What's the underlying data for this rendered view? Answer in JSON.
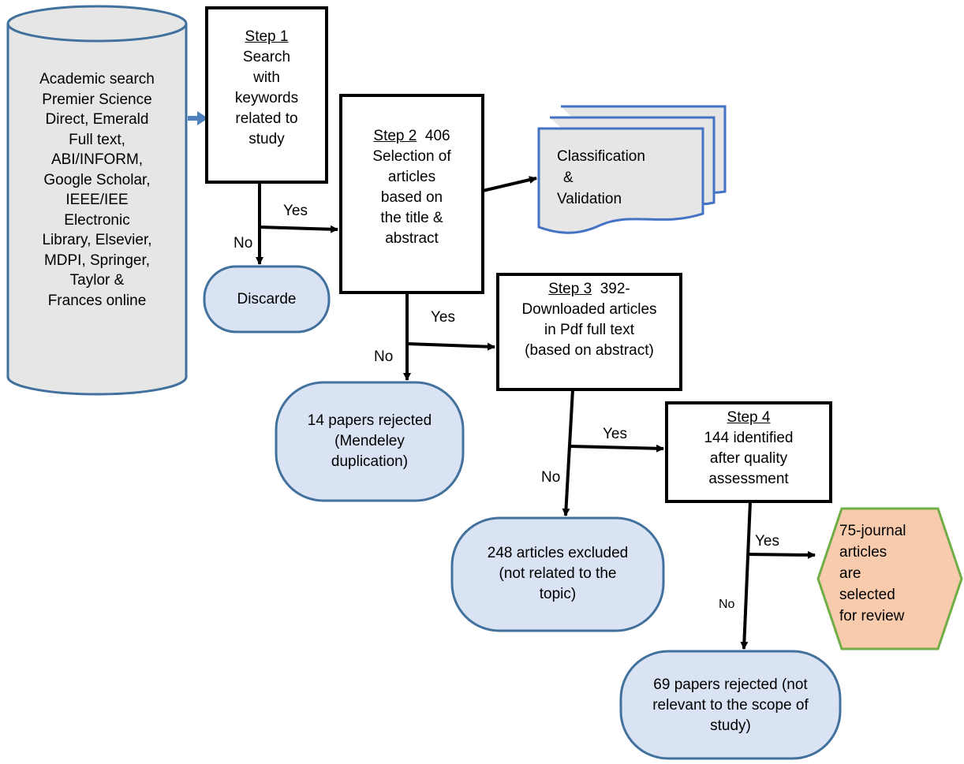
{
  "source": {
    "lines": [
      "Academic search",
      "Premier Science",
      "Direct, Emerald",
      "Full text,",
      "ABI/INFORM,",
      "Google Scholar,",
      "IEEE/IEE",
      "Electronic",
      "Library, Elsevier,",
      "MDPI, Springer,",
      "Taylor &",
      "Frances online"
    ]
  },
  "step1": {
    "heading": "Step 1",
    "lines": [
      "Search",
      "with",
      "keywords",
      "related to",
      "study"
    ]
  },
  "step2": {
    "heading": "Step 2",
    "count": "406",
    "lines": [
      "Selection of",
      "articles",
      "based on",
      "the title &",
      "abstract"
    ]
  },
  "step3": {
    "heading": "Step 3",
    "count": "392-",
    "lines": [
      "Downloaded articles",
      "in Pdf full text",
      "(based on abstract)"
    ]
  },
  "step4": {
    "heading": "Step 4",
    "lines": [
      "144 identified",
      "after quality",
      "assessment"
    ]
  },
  "classification": {
    "lines": [
      "Classification",
      "&",
      "Validation"
    ]
  },
  "discard": {
    "label": "Discarde"
  },
  "rejected1": {
    "lines": [
      "14 papers rejected",
      "(Mendeley",
      "duplication)"
    ]
  },
  "rejected2": {
    "lines": [
      "248 articles excluded",
      "(not related to the",
      "topic)"
    ]
  },
  "rejected3": {
    "lines": [
      "69 papers rejected (not",
      "relevant to the scope of",
      "study)"
    ]
  },
  "selected": {
    "lines": [
      "75-journal",
      "articles",
      "are",
      "selected",
      "for review"
    ]
  },
  "labels": {
    "yes1": "Yes",
    "no1": "No",
    "yes2": "Yes",
    "no2": "No",
    "yes3": "Yes",
    "no3": "No",
    "yes4": "Yes",
    "no4": "No"
  },
  "colors": {
    "cylinder_fill": "#e6e6e6",
    "cylinder_stroke": "#41719c",
    "reject_fill": "#dae3f3",
    "reject_stroke": "#41719c",
    "selected_fill": "#f8cbad",
    "selected_stroke": "#70ad47",
    "doc_fill": "#e6e6e6",
    "doc_stroke": "#4472c4",
    "source_arrow": "#4f81bd"
  }
}
